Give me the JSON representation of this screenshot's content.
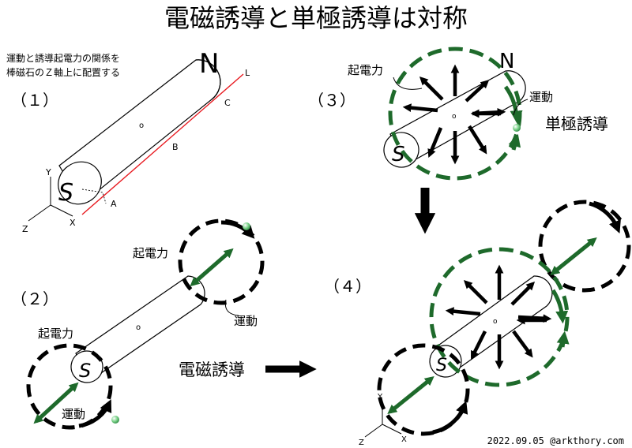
{
  "title": "電磁誘導と単極誘導は対称",
  "note_line1": "運動と誘導起電力の関係を",
  "note_line2": "棒磁石のＺ軸上に配置する",
  "panels": {
    "p1": {
      "label": "（１）"
    },
    "p2": {
      "label": "（２）"
    },
    "p3": {
      "label": "（３）"
    },
    "p4": {
      "label": "（４）"
    }
  },
  "poles": {
    "north": "N",
    "south": "S"
  },
  "points": {
    "a": "A",
    "b": "B",
    "c": "C",
    "l": "L"
  },
  "axes": {
    "x": "X",
    "y": "Y",
    "z": "Z"
  },
  "center_mark": "o",
  "labels": {
    "emf": "起電力",
    "motion": "運動",
    "unipolar_induction": "単極誘導",
    "electromagnetic_induction": "電磁誘導"
  },
  "credit": "2022.09.05 @arkthory.com",
  "colors": {
    "green": "#1e6a2b",
    "black": "#000000",
    "red_line": "#e8191f",
    "ball": "#7cd38a"
  }
}
